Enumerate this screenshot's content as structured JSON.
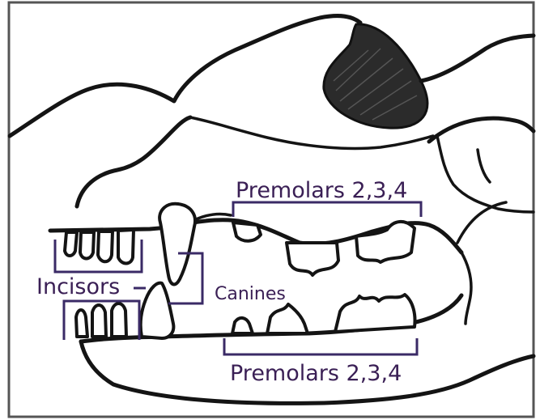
{
  "labels": {
    "premolars_upper": "Premolars 2,3,4",
    "premolars_lower": "Premolars 2,3,4",
    "incisors": "Incisors",
    "canines": "Canines"
  },
  "colors": {
    "label_text": "#3a1f55",
    "bracket": "#3a2a66",
    "outline": "#141414",
    "frame": "#555555"
  }
}
